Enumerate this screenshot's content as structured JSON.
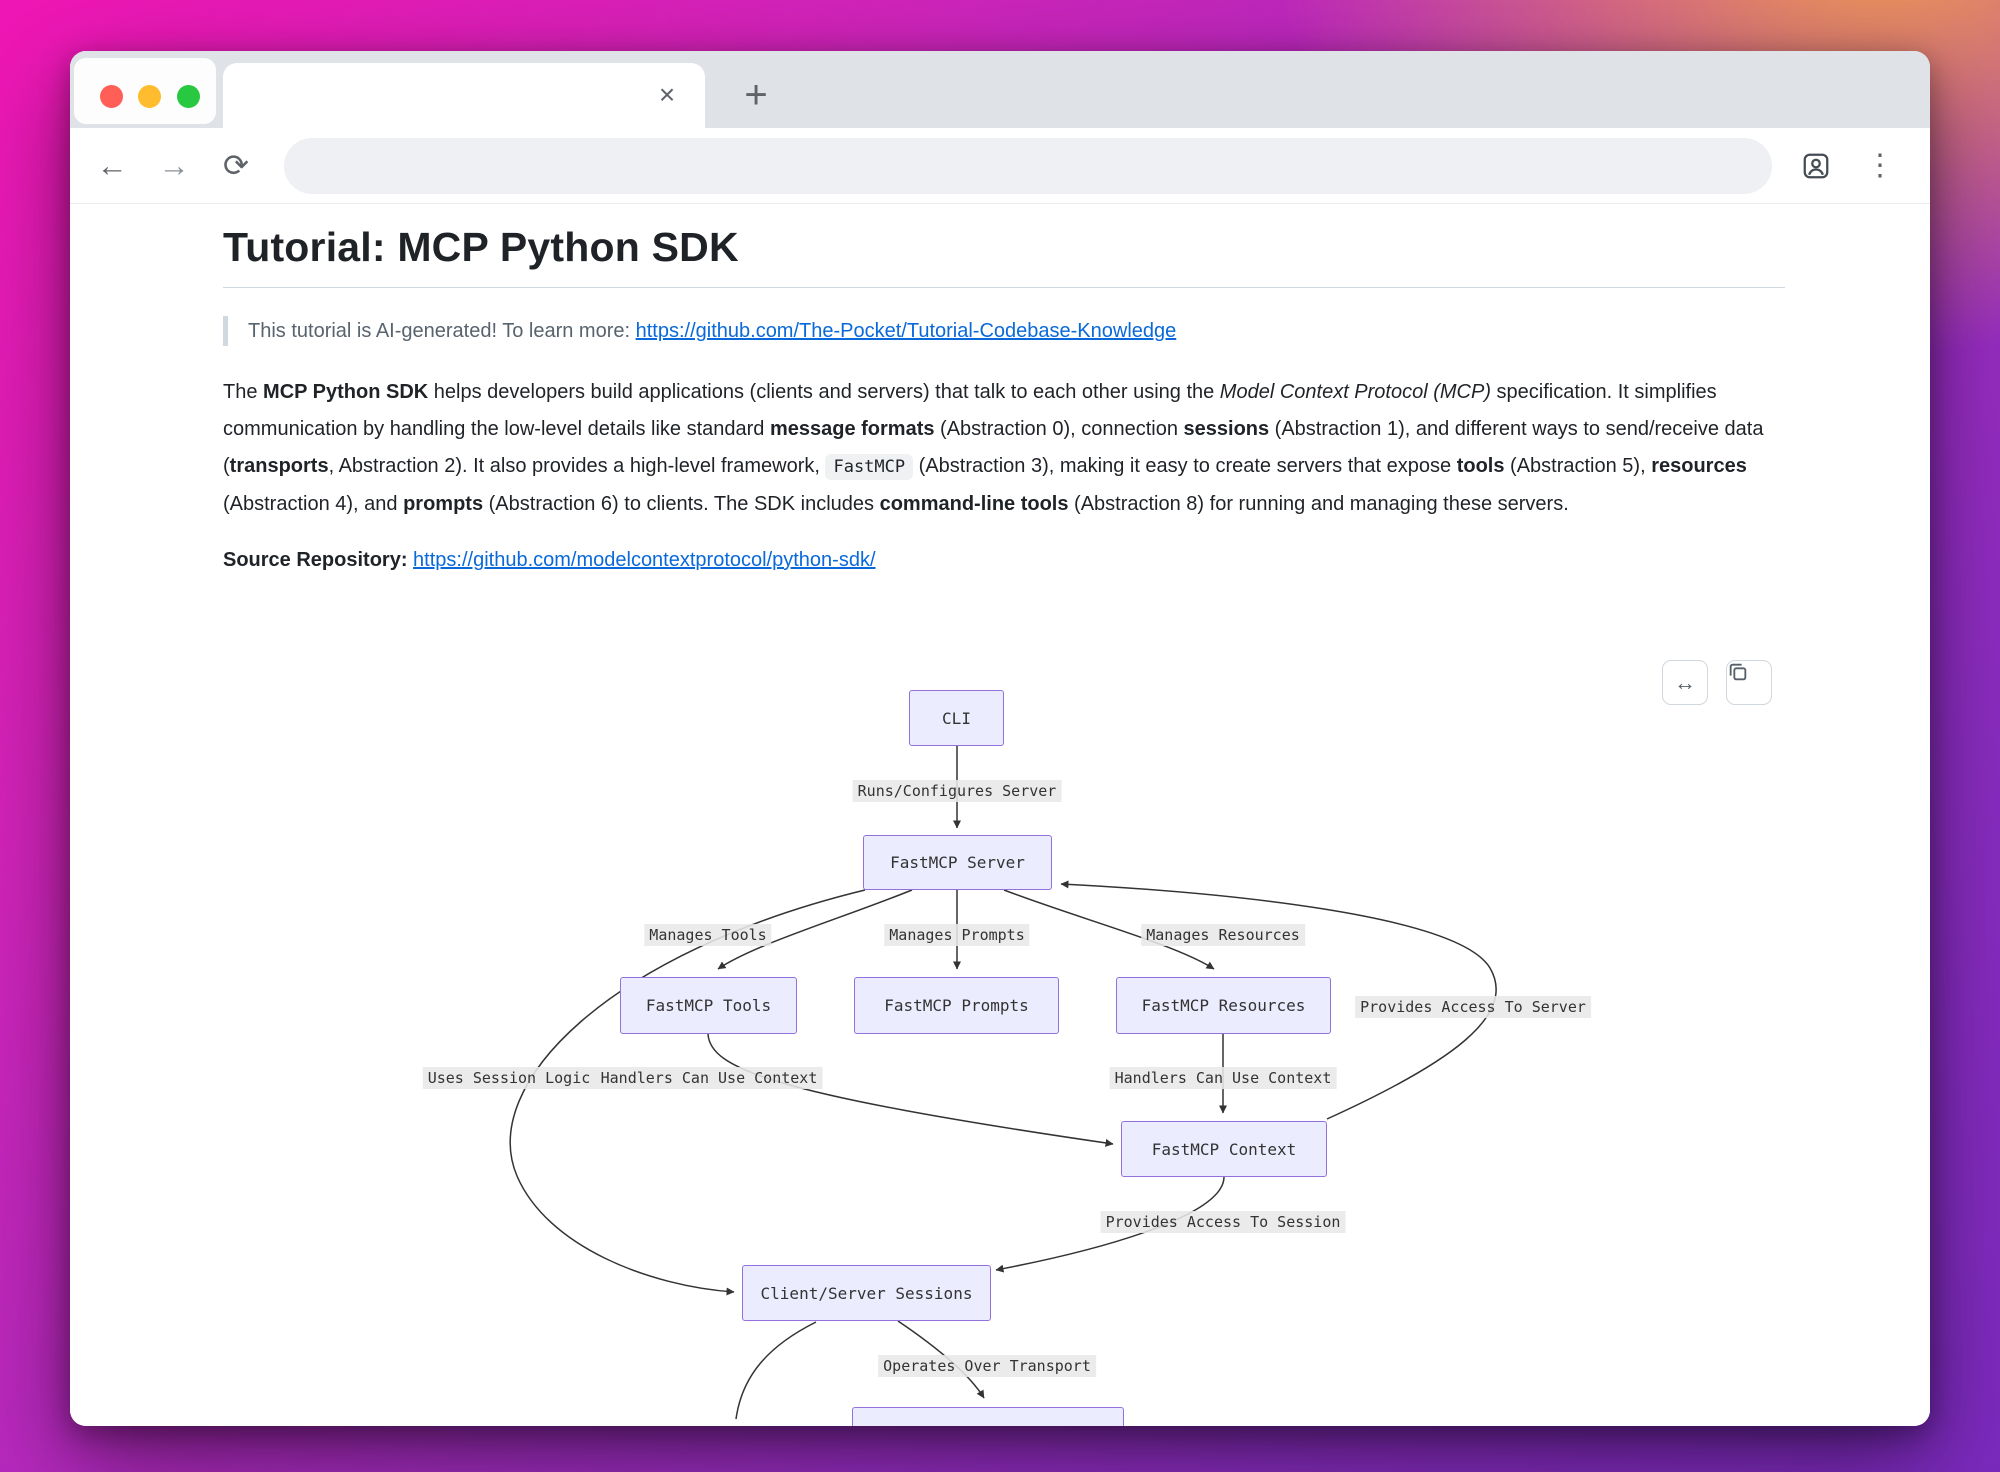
{
  "browser": {
    "tab_close": "×",
    "new_tab": "+",
    "back_icon": "←",
    "forward_icon": "→",
    "reload_icon": "⟳",
    "menu_icon": "⋮"
  },
  "page": {
    "title": "Tutorial: MCP Python SDK",
    "callout_text": "This tutorial is AI-generated! To learn more: ",
    "callout_link": "https://github.com/The-Pocket/Tutorial-Codebase-Knowledge",
    "intro": {
      "s0": "The ",
      "s1": "MCP Python SDK",
      "s2": " helps developers build applications (clients and servers) that talk to each other using the ",
      "s3": "Model Context Protocol (MCP)",
      "s4": " specification. It simplifies communication by handling the low-level details like standard ",
      "s5": "message formats",
      "s6": " (Abstraction 0), connection ",
      "s7": "sessions",
      "s8": " (Abstraction 1), and different ways to send/receive data (",
      "s9": "transports",
      "s10": ", Abstraction 2). It also provides a high-level framework, ",
      "s11": "FastMCP",
      "s12": " (Abstraction 3), making it easy to create servers that expose ",
      "s13": "tools",
      "s14": " (Abstraction 5), ",
      "s15": "resources",
      "s16": " (Abstraction 4), and ",
      "s17": "prompts",
      "s18": " (Abstraction 6) to clients. The SDK includes ",
      "s19": "command-line tools",
      "s20": " (Abstraction 8) for running and managing these servers."
    },
    "source_label": "Source Repository:",
    "source_link": "https://github.com/modelcontextprotocol/python-sdk/"
  },
  "diagram": {
    "toolbar": {
      "expand_icon": "↔"
    },
    "nodes": {
      "cli": "CLI",
      "server": "FastMCP Server",
      "tools": "FastMCP Tools",
      "prompts": "FastMCP Prompts",
      "resources": "FastMCP Resources",
      "context": "FastMCP Context",
      "sessions": "Client/Server Sessions"
    },
    "edge_labels": {
      "runs": "Runs/Configures Server",
      "manages_tools": "Manages Tools",
      "manages_prompts": "Manages Prompts",
      "manages_resources": "Manages Resources",
      "provides_server": "Provides Access To Server",
      "uses_session": "Uses Session Logic",
      "handlers_left": "Handlers Can Use Context",
      "handlers_right": "Handlers Can Use Context",
      "provides_session": "Provides Access To Session",
      "operates": "Operates Over Transport"
    }
  },
  "colors": {
    "link": "#0969da",
    "node_fill": "#ececff",
    "node_border": "#9370db",
    "edge_stroke": "#333333",
    "traffic_red": "#ff5f57",
    "traffic_yellow": "#febc2e",
    "traffic_green": "#28c840",
    "tabstrip_bg": "#dfe2e6"
  }
}
